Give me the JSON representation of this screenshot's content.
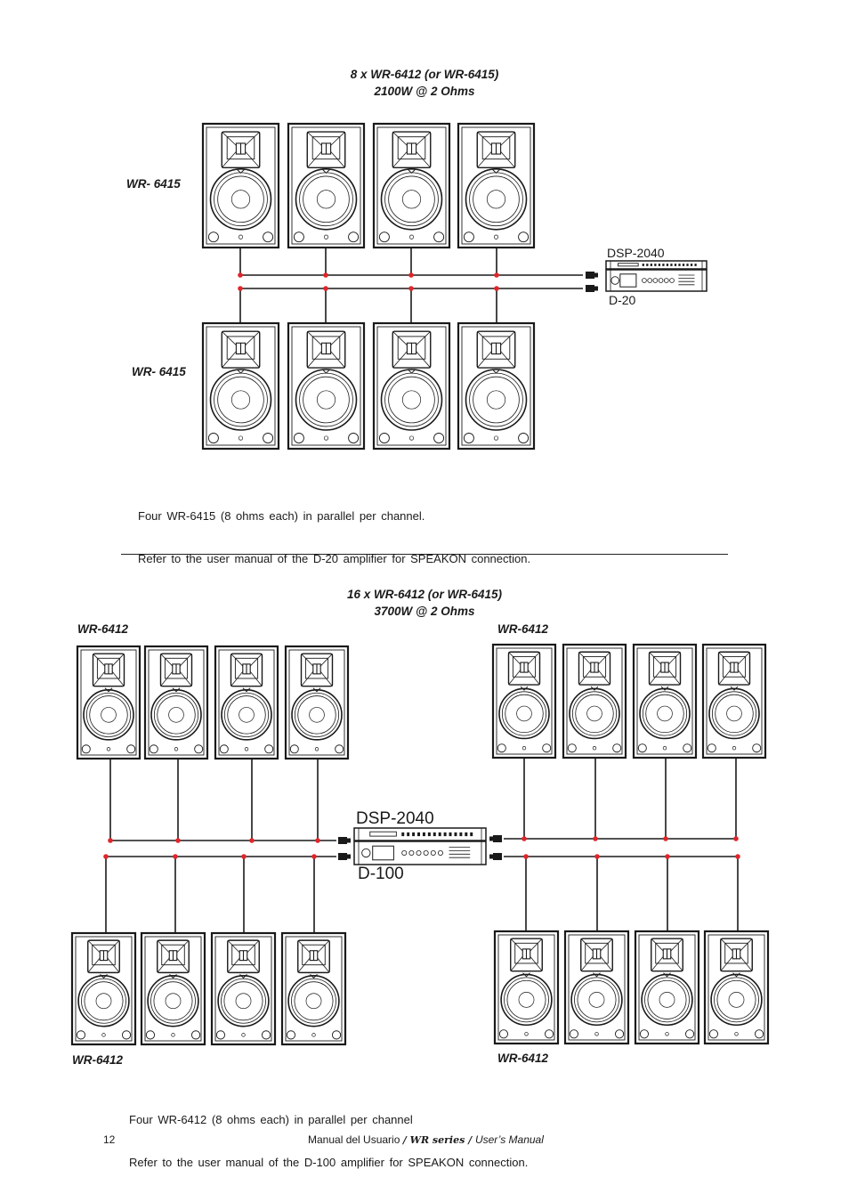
{
  "diagram1": {
    "title_line1": "8 x WR-6412 (or WR-6415)",
    "title_line2": "2100W @ 2 Ohms",
    "top_group_label": "WR- 6415",
    "bottom_group_label": "WR- 6415",
    "processor_label": "DSP-2040",
    "amplifier_label": "D-20",
    "description_line1": "Four WR-6415 (8 ohms each) in parallel per channel.",
    "description_line2": "Refer to the user manual of the D-20 amplifier for SPEAKON connection."
  },
  "diagram2": {
    "title_line1": "16 x WR-6412 (or WR-6415)",
    "title_line2": "3700W @ 2 Ohms",
    "top_left_label": "WR-6412",
    "top_right_label": "WR-6412",
    "bottom_left_label": "WR-6412",
    "bottom_right_label": "WR-6412",
    "processor_label": "DSP-2040",
    "amplifier_label": "D-100",
    "description_line1": "Four WR-6412 (8 ohms each) in parallel per channel",
    "description_line2": "Refer to the user manual of the D-100 amplifier for SPEAKON connection."
  },
  "footer": {
    "page_number": "12",
    "manual_text": "Manual del Usuario",
    "series_text": "WR series",
    "users_manual_text": "User’s Manual"
  },
  "colors": {
    "wire": "#1a1a1a",
    "junction_dot": "#e0262b",
    "line": "#1a1a1a"
  },
  "icons": [
    "speaker-cabinet-icon",
    "dsp-processor-icon",
    "amplifier-icon",
    "speakon-connector-icon",
    "junction-dot-icon"
  ]
}
